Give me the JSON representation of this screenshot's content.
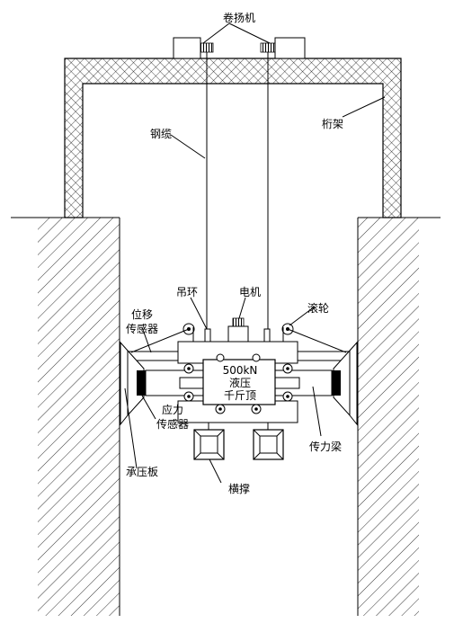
{
  "labels": {
    "winch": "卷扬机",
    "truss": "桁架",
    "cable": "钢缆",
    "hanging_ring": "吊环",
    "motor": "电机",
    "roller": "滚轮",
    "displacement_sensor_line1": "位移",
    "displacement_sensor_line2": "传感器",
    "jack_line1": "500kN",
    "jack_line2": "液压",
    "jack_line3": "千斤顶",
    "force_sensor_line1": "应力",
    "force_sensor_line2": "传感器",
    "force_beam": "传力梁",
    "bearing_plate": "承压板",
    "cross_brace": "横撑"
  }
}
